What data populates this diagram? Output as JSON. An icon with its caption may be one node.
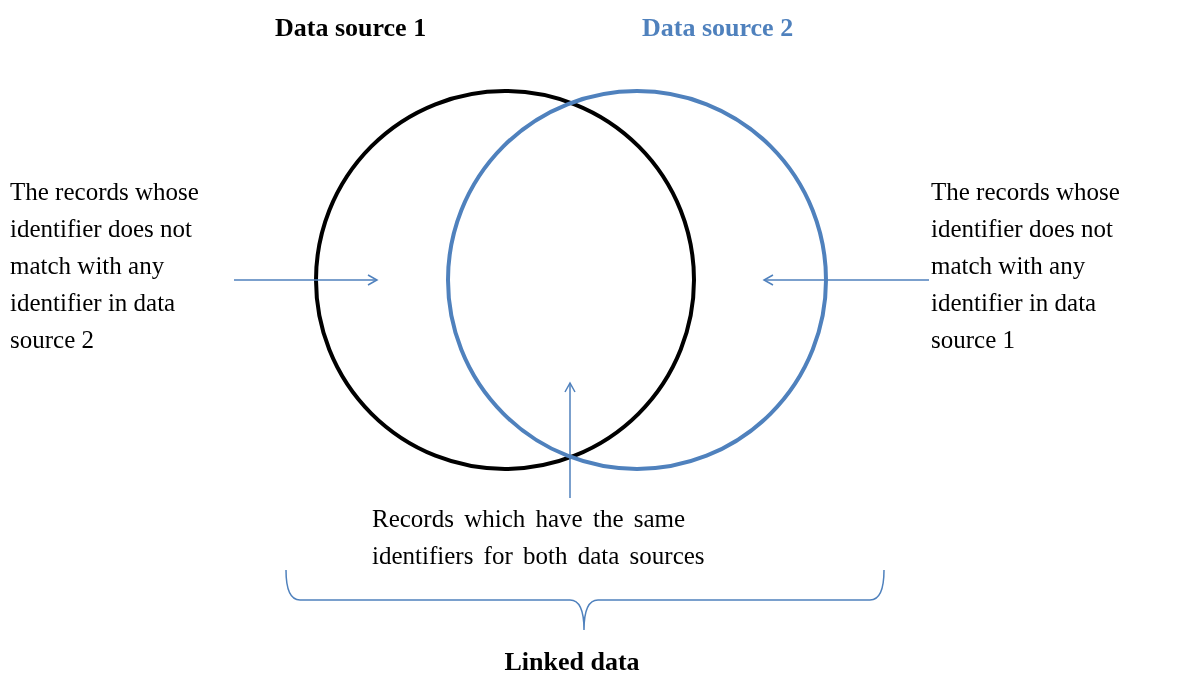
{
  "diagram": {
    "nodes": [
      {
        "text": [
          "Data source 1"
        ]
      },
      {
        "text": [
          "Data source 2"
        ]
      },
      {
        "text": [
          "The records whose identifier does not match with any identifier in data source 2"
        ]
      },
      {
        "text": [
          "The records whose identifier does not match with any identifier in data source 1"
        ]
      },
      {
        "text": [
          "Records which have the same identifiers for both data sources"
        ]
      }
    ],
    "edges": [
      {
        "from": 2,
        "to": 0,
        "arrow": "to"
      },
      {
        "from": 3,
        "to": 1,
        "arrow": "to"
      },
      {
        "from": 4,
        "to": 0,
        "arrow": "to"
      },
      {
        "from": 4,
        "to": 1,
        "arrow": "to"
      }
    ],
    "labels": [
      "Linked data"
    ]
  }
}
